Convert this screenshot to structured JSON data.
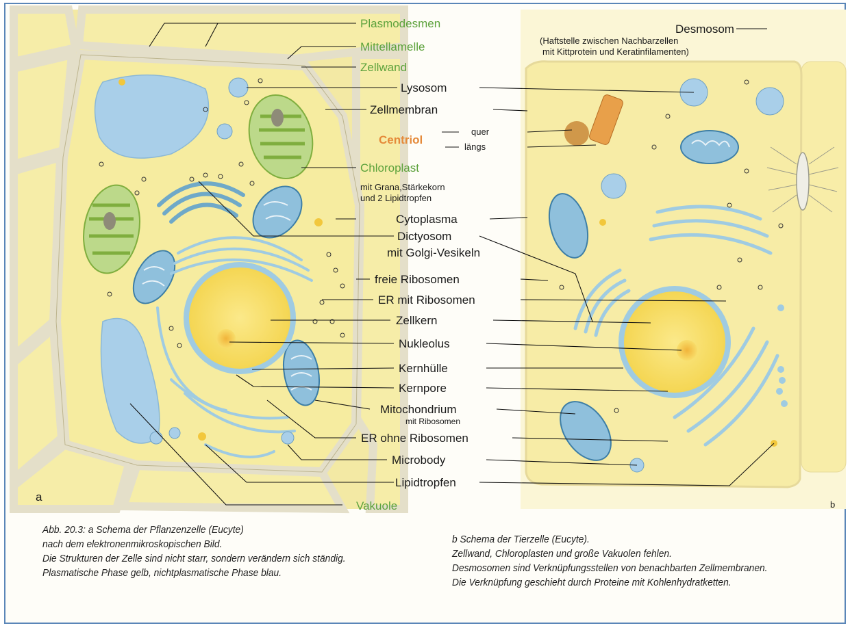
{
  "panel_letters": {
    "a": "a",
    "b": "b"
  },
  "labels": {
    "plasmodesmen": "Plasmodesmen",
    "mittellamelle": "Mittellamelle",
    "zellwand": "Zellwand",
    "desmosom": "Desmosom",
    "desmosom_note_1": "(Haftstelle zwischen Nachbarzellen",
    "desmosom_note_2": "mit Kittprotein und Keratinfilamenten)",
    "lysosom": "Lysosom",
    "zellmembran": "Zellmembran",
    "centriol": "Centriol",
    "quer": "quer",
    "laengs": "längs",
    "chloroplast": "Chloroplast",
    "chloroplast_note_1": "mit Grana,Stärkekorn",
    "chloroplast_note_2": "und  2 Lipidtropfen",
    "cytoplasma": "Cytoplasma",
    "dictyosom_1": "Dictyosom",
    "dictyosom_2": "mit Golgi-Vesikeln",
    "freie_ribosomen": "freie Ribosomen",
    "er_mit_ribosomen": "ER mit Ribosomen",
    "zellkern": "Zellkern",
    "nukleolus": "Nukleolus",
    "kernhuelle": "Kernhülle",
    "kernpore": "Kernpore",
    "mitochondrium": "Mitochondrium",
    "mitochondrium_note": "mit Ribosomen",
    "er_ohne_ribosomen": "ER ohne Ribosomen",
    "microbody": "Microbody",
    "lipidtropfen": "Lipidtropfen",
    "vakuole": "Vakuole"
  },
  "caption_left": [
    "Abb. 20.3: a Schema der Pflanzenzelle (Eucyte)",
    "nach dem elektronenmikroskopischen Bild.",
    "Die Strukturen der Zelle sind nicht starr, sondern verändern sich ständig.",
    "Plasmatische Phase gelb, nichtplasmatische Phase blau."
  ],
  "caption_right": [
    "b Schema der Tierzelle (Eucyte).",
    "Zellwand, Chloroplasten und große Vakuolen fehlen.",
    "Desmosomen sind Verknüpfungsstellen von benachbarten Zellmembranen.",
    "Die Verknüpfung geschieht durch Proteine mit Kohlenhydratketten."
  ],
  "colors": {
    "cytoplasm": "#f6eca0",
    "cell_wall": "#e7e3cf",
    "vacuole": "#a9cfe9",
    "organelle_blue": "#7fb6d6",
    "chloroplast_green": "#8bbd4a",
    "nucleus": "#f8e06a",
    "green_label": "#5da23c",
    "orange_label": "#e58a3a"
  }
}
